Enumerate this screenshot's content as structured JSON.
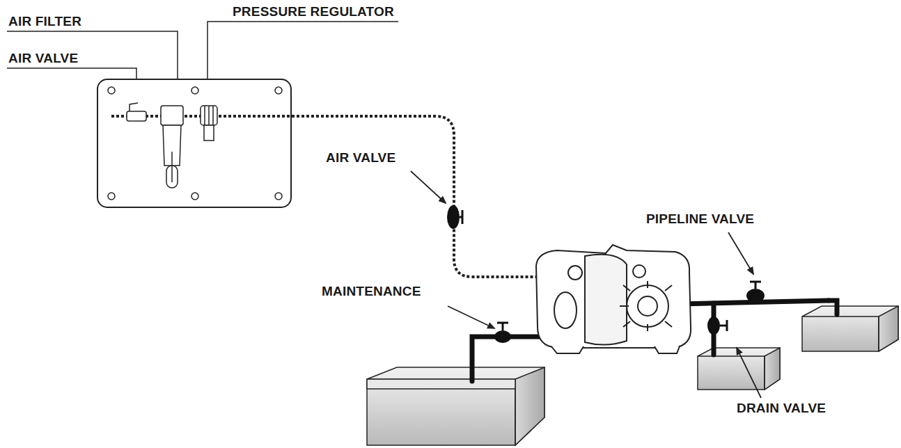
{
  "diagram": {
    "labels": [
      "PRESSURE REGULATOR",
      "AIR FILTER",
      "AIR VALVE",
      "AIR VALVE",
      "PIPELINE VALVE",
      "MAINTENANCE",
      "DRAIN VALVE"
    ]
  }
}
